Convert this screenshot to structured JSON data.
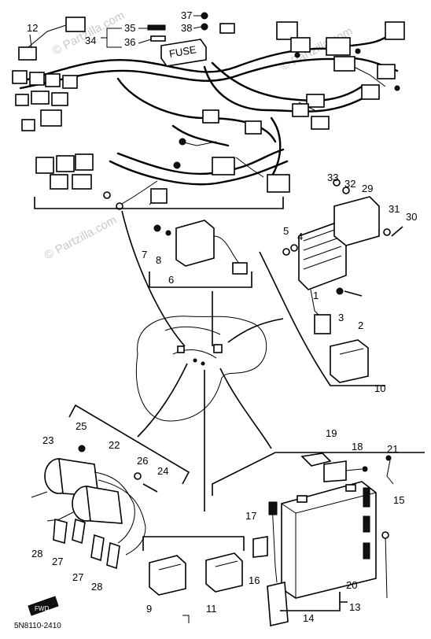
{
  "diagram": {
    "watermarks": [
      "© Partzilla.com",
      "© Partzilla.com",
      "© Partzilla.com"
    ],
    "fuse_label": "FUSE",
    "front_label": "FWD",
    "code": "5N8110-2410",
    "callouts": [
      "1",
      "2",
      "3",
      "4",
      "5",
      "6",
      "7",
      "8",
      "9",
      "10",
      "11",
      "12",
      "13",
      "14",
      "15",
      "16",
      "17",
      "18",
      "19",
      "20",
      "21",
      "22",
      "23",
      "24",
      "25",
      "26",
      "27",
      "27",
      "28",
      "28",
      "29",
      "30",
      "31",
      "32",
      "33",
      "34",
      "35",
      "36",
      "37",
      "38"
    ]
  }
}
